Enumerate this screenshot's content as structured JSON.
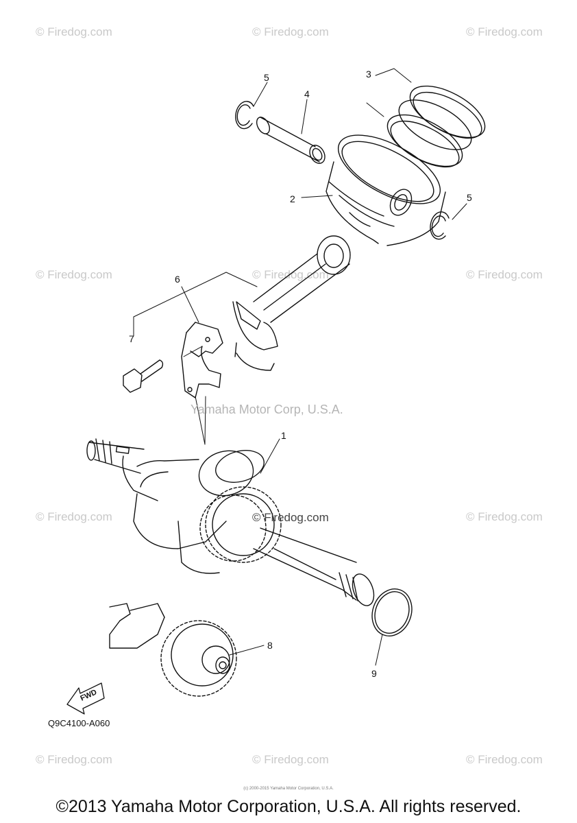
{
  "watermarks": {
    "firedog": "© Firedog.com",
    "center_line": "Yamaha Motor Corp, U.S.A.",
    "center_firedog": "© Firedog.com"
  },
  "callouts": [
    "1",
    "2",
    "3",
    "4",
    "5",
    "6",
    "7",
    "8",
    "9"
  ],
  "callout_5_second": "5",
  "fwd_label": "FWD",
  "diagram_code": "Q9C4100-A060",
  "copyright": "©2013 Yamaha Motor Corporation, U.S.A. All rights reserved.",
  "fine_print": "(c) 2000-2015 Yamaha Motor Corporation, U.S.A."
}
